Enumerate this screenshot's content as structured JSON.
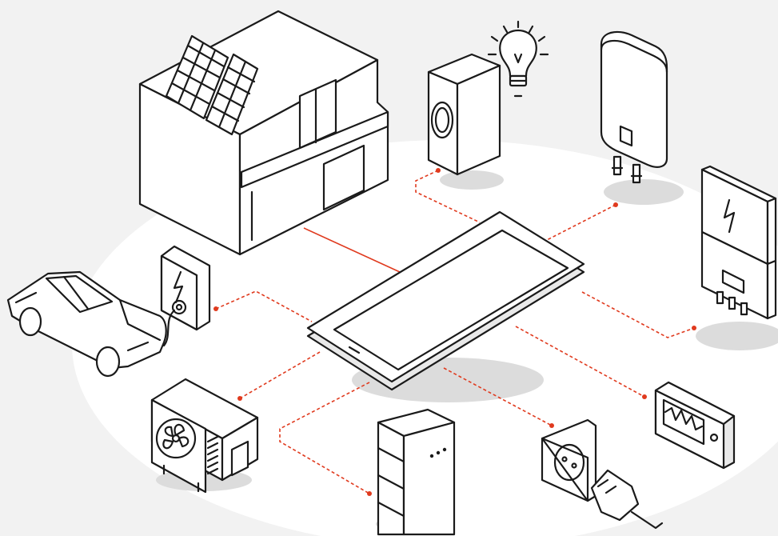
{
  "diagram": {
    "colors": {
      "background": "#f2f2f2",
      "platform": "#ffffff",
      "line": "#1a1a1a",
      "connection": "#e03a1e"
    },
    "hub": {
      "icon": "tablet-controller-icon"
    },
    "devices": [
      {
        "id": "house",
        "icon": "house-with-solar-panels-icon"
      },
      {
        "id": "washing-machine",
        "icon": "washing-machine-icon"
      },
      {
        "id": "light-bulb",
        "icon": "light-bulb-icon"
      },
      {
        "id": "water-heater",
        "icon": "water-heater-boiler-icon"
      },
      {
        "id": "inverter",
        "icon": "solar-inverter-icon"
      },
      {
        "id": "energy-meter",
        "icon": "energy-meter-display-icon"
      },
      {
        "id": "power-outlet",
        "icon": "power-socket-with-plug-icon"
      },
      {
        "id": "battery-storage",
        "icon": "battery-storage-cabinet-icon"
      },
      {
        "id": "heat-pump",
        "icon": "heat-pump-air-conditioner-icon"
      },
      {
        "id": "ev-charger",
        "icon": "ev-wallbox-charger-icon"
      },
      {
        "id": "electric-car",
        "icon": "electric-car-icon"
      }
    ]
  }
}
